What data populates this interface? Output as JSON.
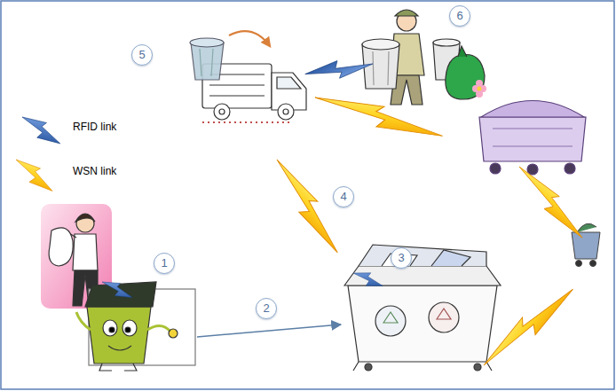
{
  "diagram": {
    "labels": [
      "1",
      "2",
      "3",
      "4",
      "5",
      "6"
    ],
    "legend": [
      {
        "text": "RFID link"
      },
      {
        "text": "WSN link"
      }
    ]
  }
}
